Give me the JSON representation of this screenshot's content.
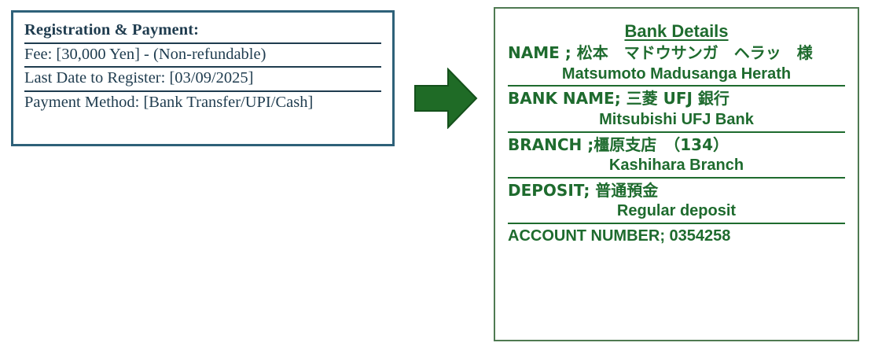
{
  "document": {
    "title": "Registration Payment and Bank Details"
  },
  "registration_panel": {
    "heading": "Registration & Payment:",
    "rows": [
      {
        "label": "Fee:",
        "value": "[30,000 Yen]",
        "suffix": "- (Non-refundable)"
      },
      {
        "label": "Last Date to Register:",
        "value": "[03/09/2025]",
        "suffix": ""
      },
      {
        "label": "Payment Method:",
        "value": "[Bank Transfer/UPI/Cash]",
        "suffix": ""
      }
    ],
    "line_fee_full": "Fee: [30,000 Yen] - (Non-refundable)",
    "line_date_full": "Last Date to Register: [03/09/2025]",
    "line_method_full": "Payment Method: [Bank Transfer/UPI/Cash]",
    "border_color": "#2E6179",
    "text_color": "#1F3C4F"
  },
  "arrow": {
    "icon": "right-block-arrow-icon",
    "color": "#1F6B26",
    "direction": "right"
  },
  "bank_panel": {
    "title": "Bank Details",
    "border_color": "#4F7A52",
    "text_color": "#1E6B2E",
    "entries": [
      {
        "native_label": "NAME ;",
        "native_value": "松本　マドウサンガ　ヘラッ　様",
        "native_line": "NAME ; 松本　マドウサンガ　ヘラッ　様",
        "roman_line": "Matsumoto Madusanga Herath"
      },
      {
        "native_label": "BANK NAME;",
        "native_value": "三菱 UFJ 銀行",
        "native_line": "BANK NAME; 三菱 UFJ 銀行",
        "roman_line": "Mitsubishi UFJ Bank"
      },
      {
        "native_label": "BRANCH ;",
        "native_value": "橿原支店　（134）",
        "native_line": "BRANCH ;橿原支店　（134）",
        "roman_line": "Kashihara Branch"
      },
      {
        "native_label": "DEPOSIT;",
        "native_value": "普通預金",
        "native_line": "DEPOSIT;  普通預金",
        "roman_line": "Regular deposit"
      }
    ],
    "account_number_line": "ACCOUNT NUMBER; 0354258",
    "account_number_label": "ACCOUNT NUMBER;",
    "account_number_value": "0354258"
  }
}
